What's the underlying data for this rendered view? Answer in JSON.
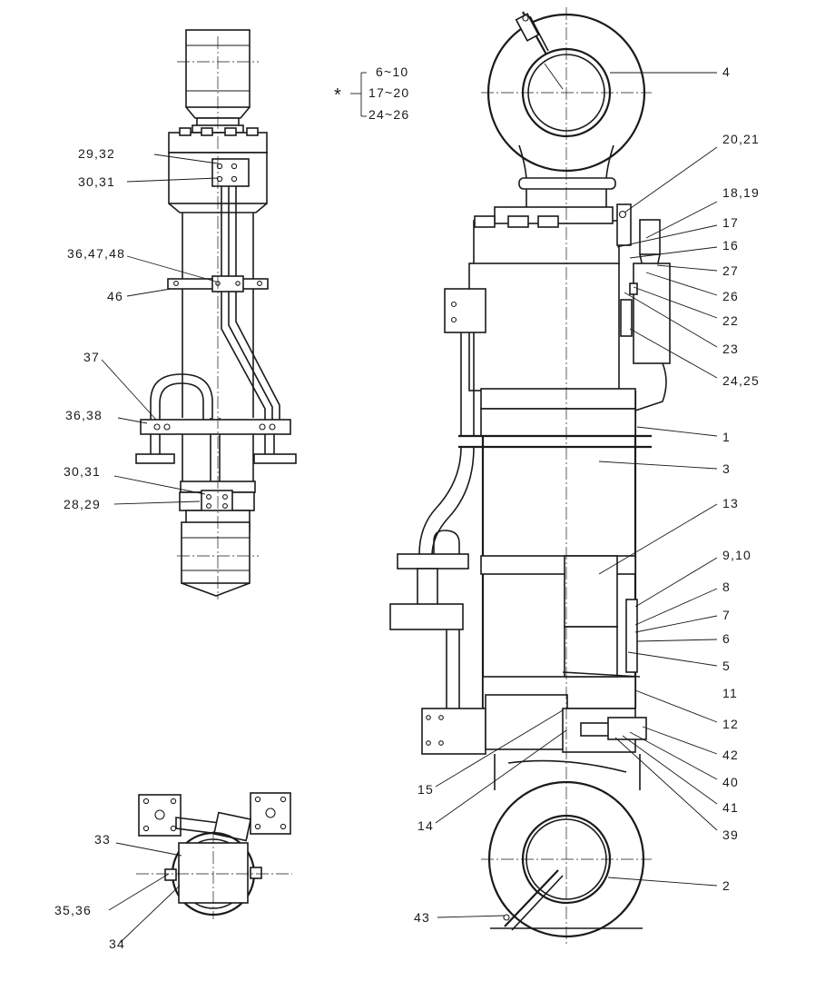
{
  "callouts": {
    "c29_32": "29,32",
    "c30_31_top": "30,31",
    "c36_47_48": "36,47,48",
    "c46": "46",
    "c37": "37",
    "c36_38": "36,38",
    "c30_31_bottom": "30,31",
    "c28_29": "28,29",
    "c33": "33",
    "c35_36": "35,36",
    "c34": "34",
    "c4": "4",
    "c20_21": "20,21",
    "c18_19": "18,19",
    "c17": "17",
    "c16": "16",
    "c27": "27",
    "c26": "26",
    "c22": "22",
    "c23": "23",
    "c24_25": "24,25",
    "c1": "1",
    "c3": "3",
    "c13": "13",
    "c9_10": "9,10",
    "c8": "8",
    "c7": "7",
    "c6": "6",
    "c5": "5",
    "c11": "11",
    "c12": "12",
    "c42": "42",
    "c40": "40",
    "c41": "41",
    "c39": "39",
    "c2": "2",
    "c43": "43",
    "c15": "15",
    "c14": "14"
  },
  "kit_group": {
    "marker": "*",
    "items": [
      "6~10",
      "17~20",
      "24~26"
    ]
  }
}
